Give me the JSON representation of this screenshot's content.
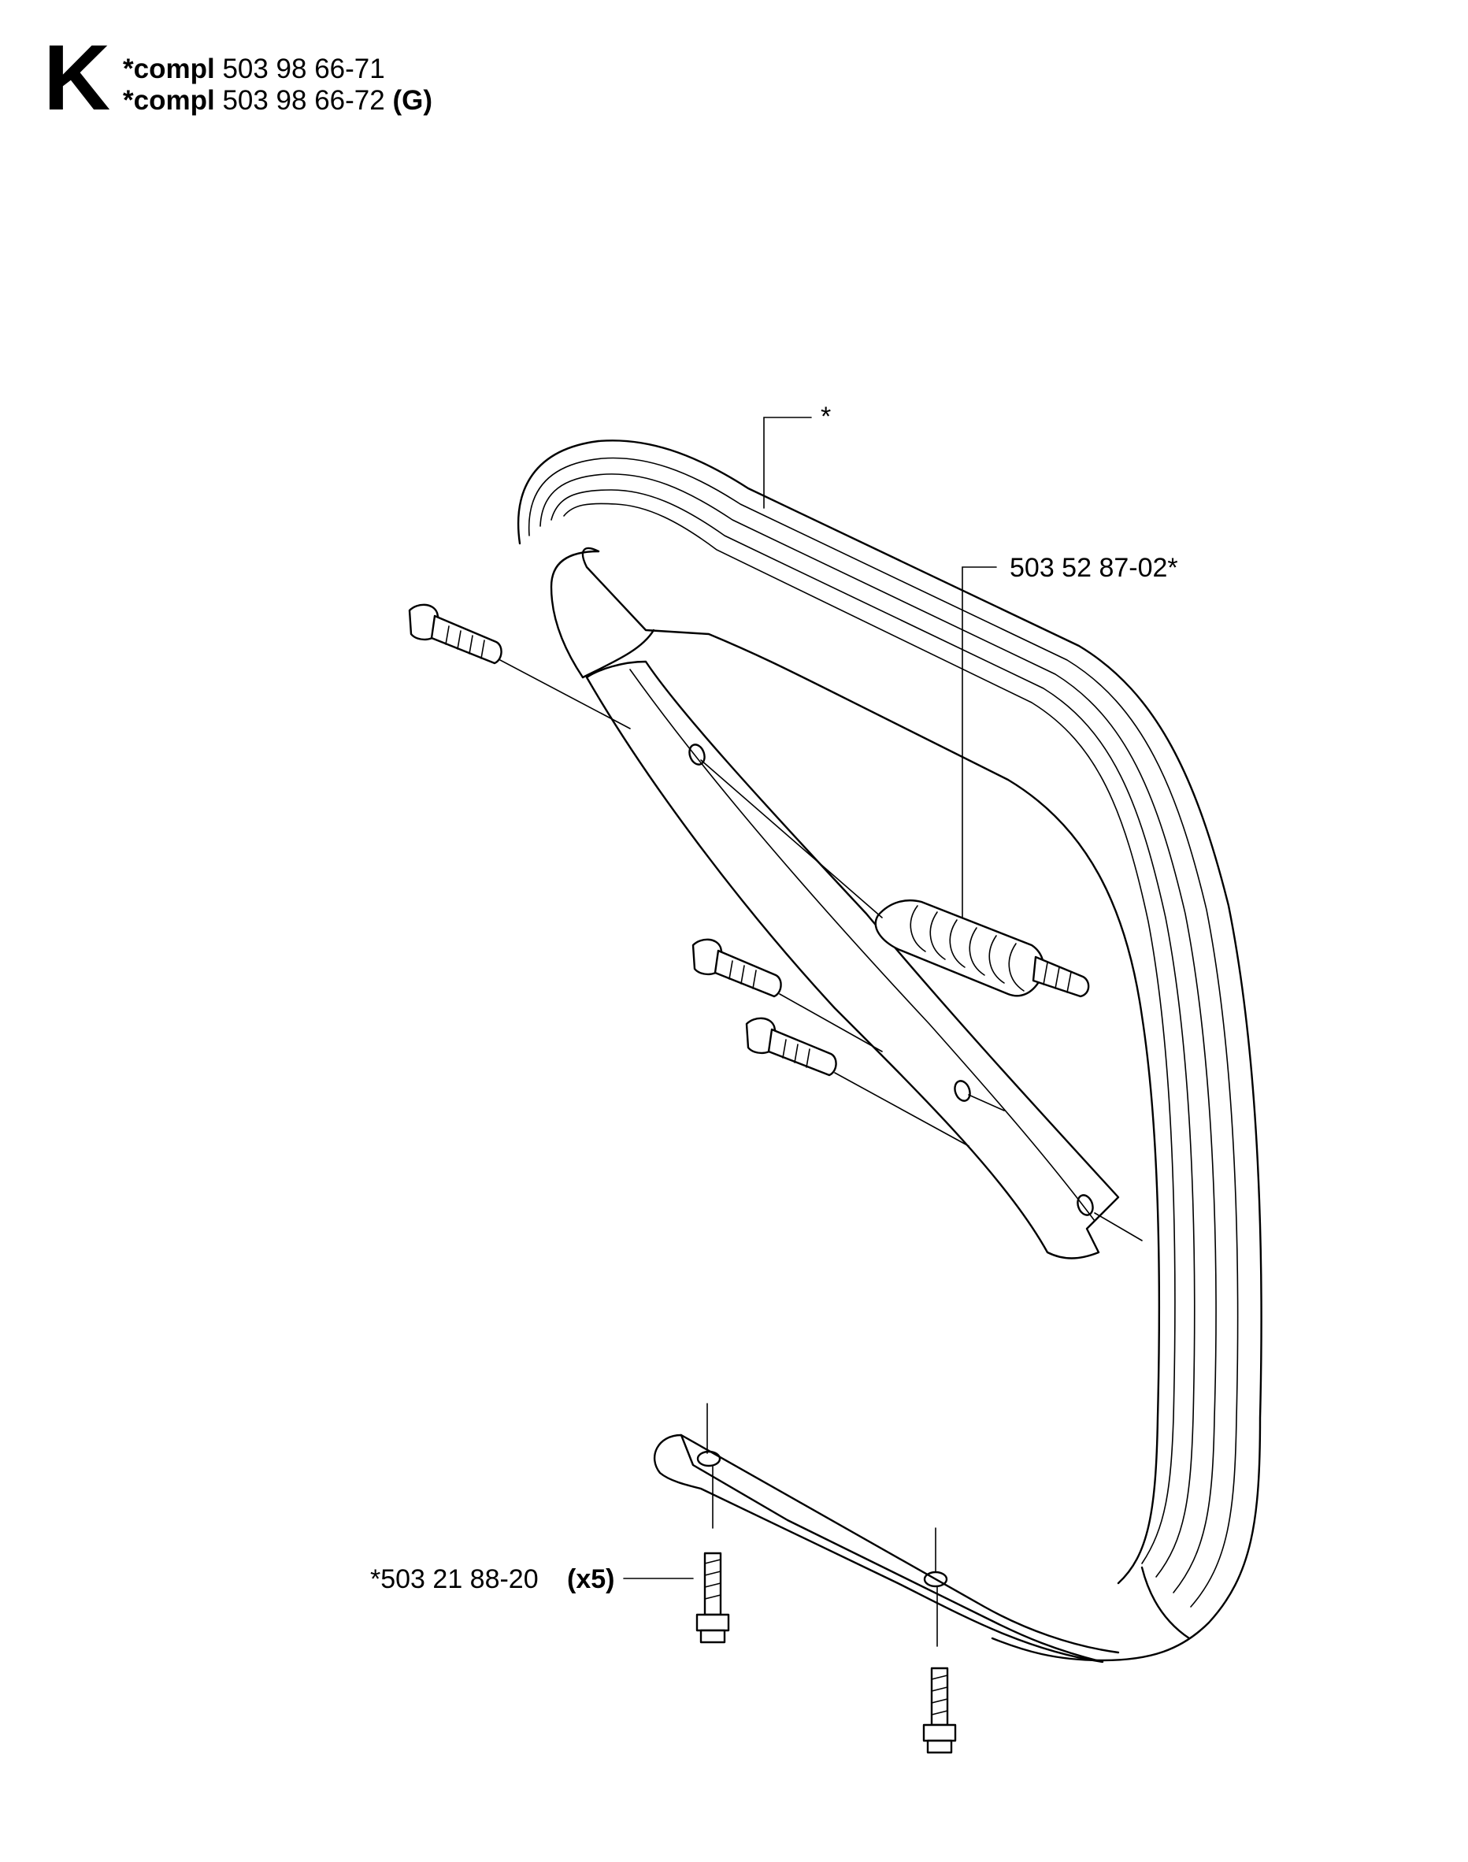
{
  "header": {
    "section_letter": "K",
    "lines": [
      {
        "prefix": "*compl",
        "part_number": "503 98 66-71",
        "suffix": ""
      },
      {
        "prefix": "*compl",
        "part_number": "503 98 66-72",
        "suffix": "(G)"
      }
    ]
  },
  "callouts": {
    "handle_assembly": "*",
    "vibration_damper": "503 52 87-02*",
    "screw_number": "*503 21 88-20",
    "screw_qty": "(x5)"
  }
}
